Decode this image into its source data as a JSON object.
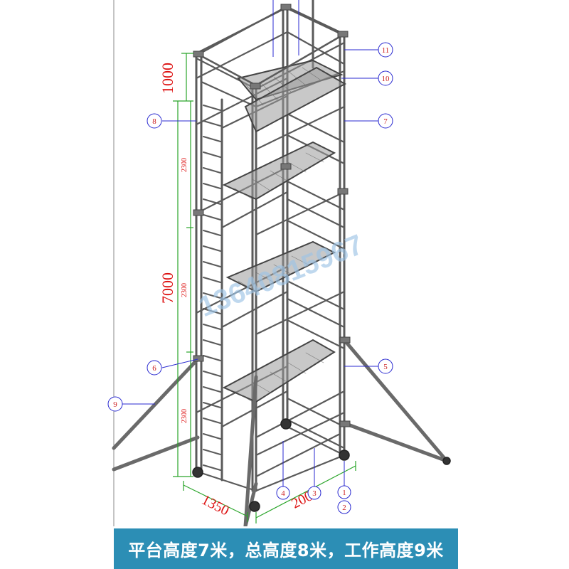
{
  "caption": "平台高度7米，总高度8米，工作高度9米",
  "watermark": "13640815967",
  "dimensions": {
    "top_section": "1000",
    "total_platform": "7000",
    "upper_section": "2300",
    "middle_section": "2300",
    "lower_section": "2300",
    "width": "1350",
    "length": "2000"
  },
  "callouts": [
    "1",
    "2",
    "3",
    "4",
    "5",
    "6",
    "7",
    "8",
    "9",
    "10",
    "11"
  ],
  "colors": {
    "caption_bar": "#2c8eb5",
    "dimension_text": "#dd1111",
    "dimension_line": "#2aa52a",
    "callout_line": "#2a2ad0",
    "structure": "#555555"
  }
}
